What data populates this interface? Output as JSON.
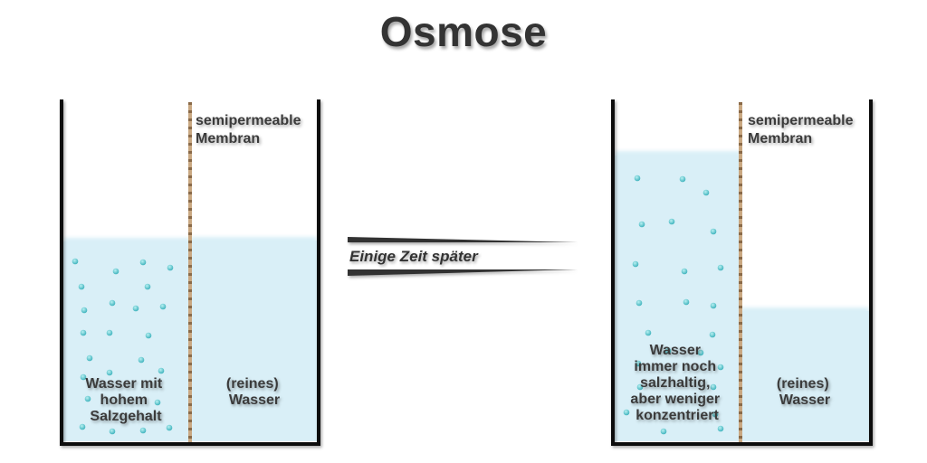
{
  "title": "Osmose",
  "caption": "Einige Zeit später",
  "colors": {
    "water": "#d9eff7",
    "particle": "#5cc8cf",
    "container": "#111111",
    "membrane": "#c9a882",
    "text": "#3a3a3a"
  },
  "before": {
    "membrane_label": [
      "semipermeable",
      "Membran"
    ],
    "left_label": [
      "Wasser mit",
      "hohem",
      "Salzgehalt"
    ],
    "right_label": [
      "(reines)",
      "Wasser"
    ]
  },
  "after": {
    "membrane_label": [
      "semipermeable",
      "Membran"
    ],
    "left_label": [
      "Wasser",
      "immer noch",
      "salzhaltig,",
      "aber weniger",
      "konzentriert"
    ],
    "right_label": [
      "(reines)",
      "Wasser"
    ]
  }
}
